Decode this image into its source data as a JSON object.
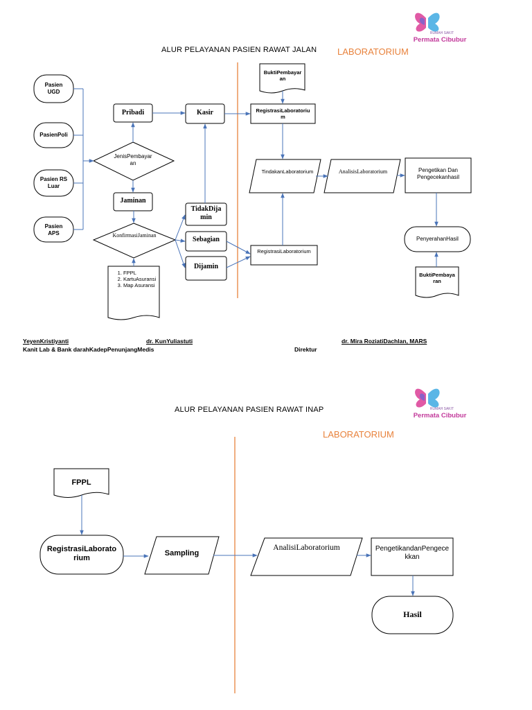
{
  "logo": {
    "small_text": "RUMAH SAKIT",
    "brand_text": "Permata Cibubur"
  },
  "page1": {
    "title": "ALUR PELAYANAN PASIEN RAWAT JALAN",
    "lab_heading": "LABORATORIUM",
    "nodes": {
      "pasien_ugd": "Pasien UGD",
      "pasien_poli": "PasienPoli",
      "pasien_rs_luar": "Pasien RS Luar",
      "pasien_aps": "Pasien APS",
      "pribadi": "Pribadi",
      "kasir": "Kasir",
      "jenis_pembayaran": "JenisPembayaran",
      "jaminan": "Jaminan",
      "konfirmasi_jaminan": "KonfirmasiJaminan",
      "tidak_dijamin": "TidakDijamin",
      "sebagian": "Sebagian",
      "dijamin": "Dijamin",
      "bukti_pembayaran_top": "BuktiPembayaran",
      "registrasi_lab_top": "RegistrasiLaboratorium",
      "tindakan_lab": "TindakanLaboratorium",
      "analisis_lab": "AnalisisLaboratorium",
      "pengetikan": "Pengetikan Dan Pengecekanhasil",
      "penyerahan_hasil": "PenyerahanHasil",
      "bukti_pembayaran_bottom": "BuktiPembayaran",
      "registrasi_lab_bottom": "RegistrasiLaboratorium"
    },
    "doc_list": [
      "FPPL",
      "KartuAsuransi",
      "Map Asuransi"
    ],
    "signatures": {
      "name1": "YeyenKristiyanti",
      "name2": "dr. KunYuliastuti",
      "name3": "dr. Mira RoziatiDachlan, MARS",
      "role_line": "Kanit Lab & Bank darahKadepPenunjangMedis",
      "role3": "Direktur"
    }
  },
  "page2": {
    "title": "ALUR PELAYANAN PASIEN RAWAT INAP",
    "lab_heading": "LABORATORIUM",
    "nodes": {
      "fppl": "FPPL",
      "registrasi_lab": "RegistrasiLaboratorium",
      "sampling": "Sampling",
      "analisi_lab": "AnalisiLaboratorium",
      "pengetikan": "PengetikandanPengecekkan",
      "hasil": "Hasil"
    }
  }
}
